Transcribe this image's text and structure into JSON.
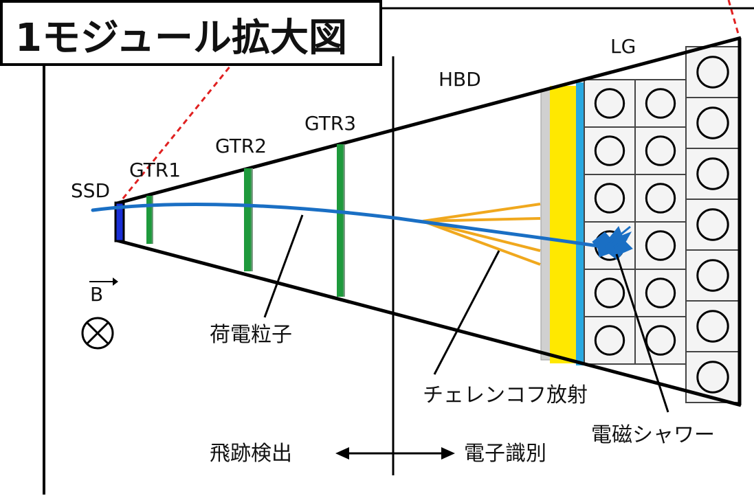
{
  "title": "1モジュール拡大図",
  "labels": {
    "ssd": "SSD",
    "gtr1": "GTR1",
    "gtr2": "GTR2",
    "gtr3": "GTR3",
    "hbd": "HBD",
    "lg": "LG",
    "b_field": "B",
    "charged_particle": "荷電粒子",
    "cherenkov": "チェレンコフ放射",
    "em_shower": "電磁シャワー",
    "tracking": "飛跡検出",
    "electron_id": "電子識別"
  },
  "colors": {
    "outline": "#000000",
    "track": "#1a6fc4",
    "gtr": "#1e9a3c",
    "cherenkov": "#f0a81e",
    "hbd_fill": "#ffe800",
    "hbd_edge": "#b5b5b5",
    "lg_border": "#29a8e0",
    "ssd": "#1a2fd6",
    "guide": "#e02020"
  },
  "icons": {
    "field_into_page": "circle-cross-icon",
    "arrow": "double-arrow-icon"
  }
}
